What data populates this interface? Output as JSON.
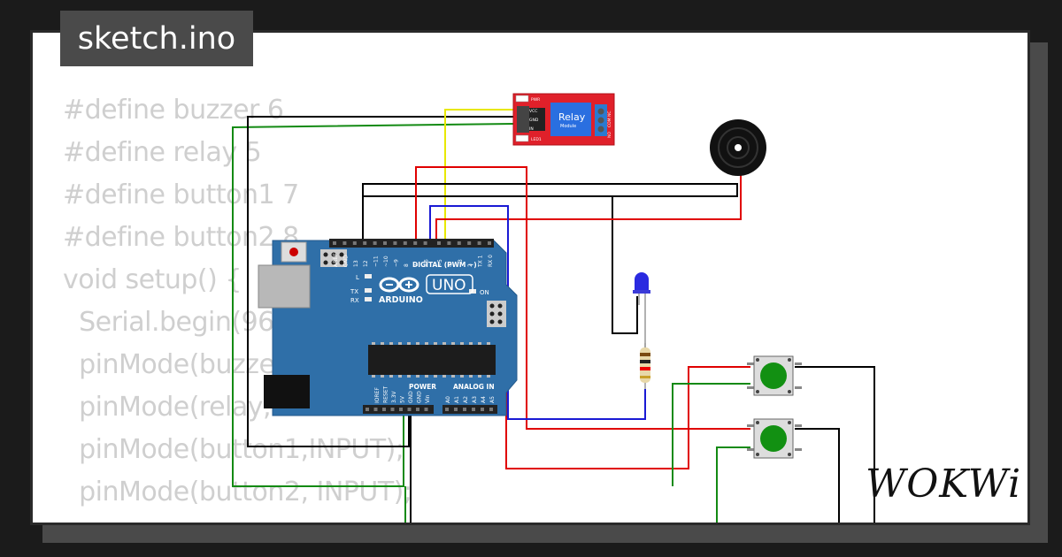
{
  "title": "sketch.ino",
  "code_lines": [
    "#define buzzer 6",
    "#define relay 5",
    "#define button1 7",
    "#define button2 8",
    "void setup() {",
    "  Serial.begin(96",
    "  pinMode(buzze",
    "  pinMode(relay,",
    "  pinMode(button1,INPUT);",
    "  pinMode(button2, INPUT);"
  ],
  "brand": "WOKWi",
  "arduino": {
    "logo_text": "ARDUINO",
    "model": "UNO",
    "digital_label": "DIGITAL (PWM ~)",
    "power_label": "POWER",
    "analog_label": "ANALOG IN",
    "on_label": "ON",
    "l_label": "L",
    "tx_label": "TX",
    "rx_label": "RX",
    "digital_pins": [
      "AREF",
      "GND",
      "13",
      "12",
      "~11",
      "~10",
      "~9",
      "8",
      "7",
      "~6",
      "~5",
      "4",
      "~3",
      "2",
      "TX 1",
      "RX 0"
    ],
    "power_pins": [
      "IOREF",
      "RESET",
      "3.3V",
      "5V",
      "GND",
      "GND",
      "Vin"
    ],
    "analog_pins": [
      "A0",
      "A1",
      "A2",
      "A3",
      "A4",
      "A5"
    ]
  },
  "relay_module": {
    "title": "Relay",
    "subtitle": "Module",
    "pin_labels": [
      "VCC",
      "GND",
      "IN"
    ],
    "led_labels": [
      "PWR",
      "LED1"
    ],
    "terminal_labels": [
      "NO",
      "COM",
      "NC"
    ]
  },
  "colors": {
    "board": "#2f6fa8",
    "relay": "#e0202a",
    "wire_red": "#e00000",
    "wire_black": "#000000",
    "wire_green": "#138a13",
    "wire_blue": "#1a1ad4",
    "wire_yellow": "#e8e800",
    "button_cap": "#129012",
    "led": "#2a2ae0"
  }
}
